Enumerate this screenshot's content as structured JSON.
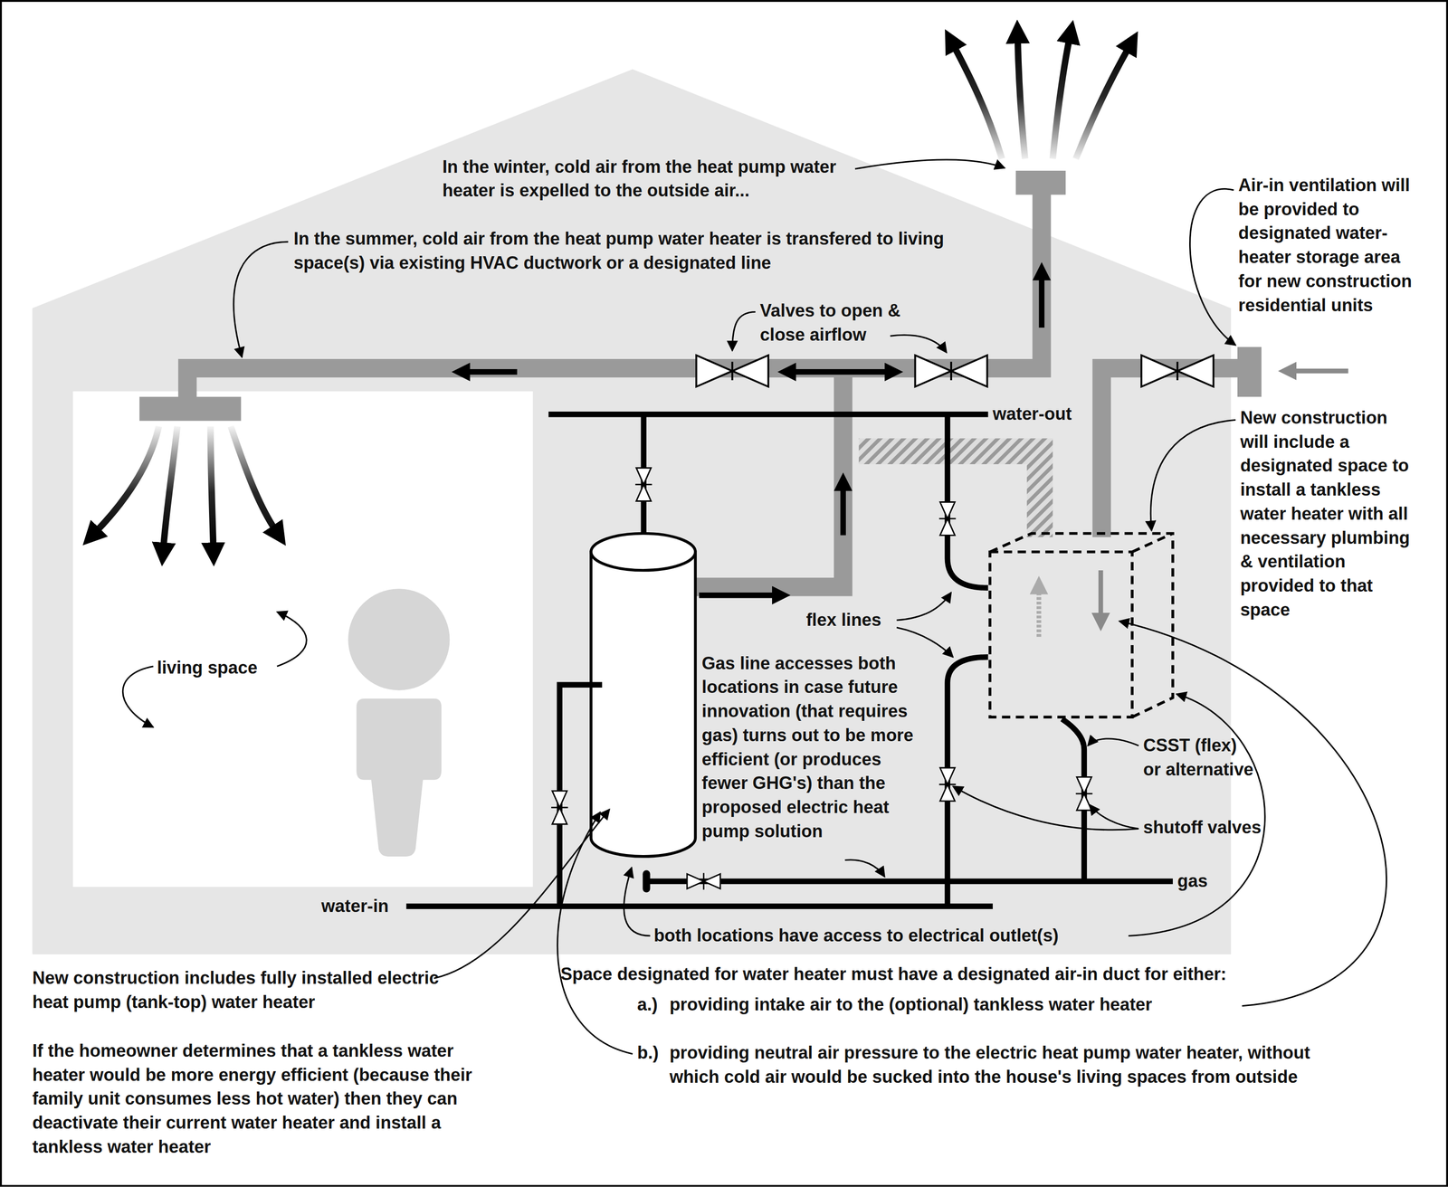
{
  "diagram": {
    "nodes": [
      {
        "text": [
          "living space"
        ]
      }
    ],
    "labels": [
      "In the winter, cold air from the heat pump water heater is expelled to the outside air...",
      "In the summer, cold air from the heat pump water heater is transfered to living space(s) via existing HVAC ductwork or a designated line",
      "Air-in ventilation will be provided to designated water-heater storage area for new construction residential units",
      "Valves to open & close airflow",
      "water-out",
      "New construction will include a designated space to install a tankless water heater with all necessary plumbing & ventilation provided to that space",
      "flex lines",
      "Gas line accesses both locations in case future innovation (that requires gas) turns out to be more efficient (or produces fewer GHG's) than the proposed electric heat pump solution",
      "CSST (flex) or alternative",
      "shutoff valves",
      "gas",
      "water-in",
      "both locations have access to electrical outlet(s)",
      "New construction includes fully installed electric heat pump (tank-top) water heater",
      "If the homeowner determines that a tankless water heater would be more energy efficient (because their family unit consumes less hot water) then they can deactivate their current water heater and install a tankless water heater",
      "Space designated for water heater must have a designated air-in duct for either:",
      "a.)",
      "providing intake air to the (optional) tankless water heater",
      "b.)",
      "providing neutral air pressure to the electric heat pump water heater, without which cold air would be sucked into the house's living spaces from outside"
    ]
  }
}
